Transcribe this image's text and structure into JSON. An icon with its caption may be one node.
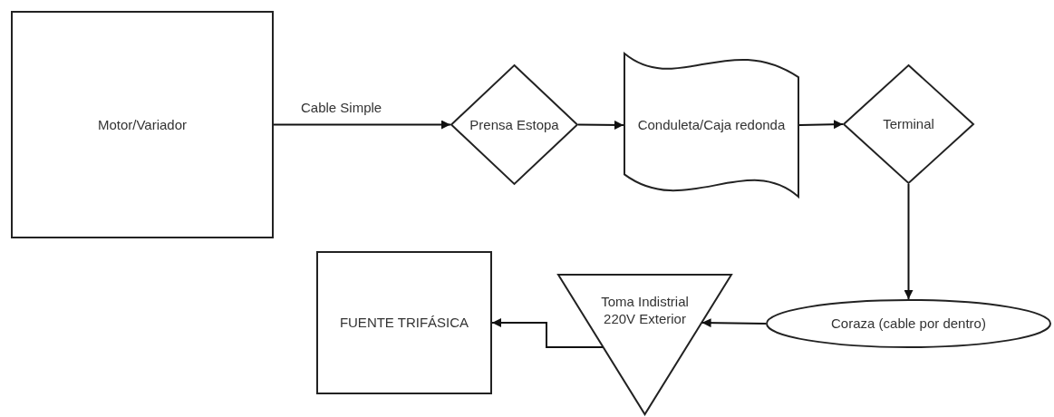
{
  "diagram": {
    "nodes": [
      {
        "text": [
          "Motor/Variador"
        ]
      },
      {
        "text": [
          "Prensa Estopa"
        ]
      },
      {
        "text": [
          "Conduleta/Caja redonda"
        ]
      },
      {
        "text": [
          "Terminal"
        ]
      },
      {
        "text": [
          "Coraza (cable por dentro)"
        ]
      },
      {
        "text": [
          "Toma Indistrial 220V Exterior"
        ]
      },
      {
        "text": [
          "FUENTE TRIFÁSICA"
        ]
      }
    ],
    "edges": [
      {
        "from": 0,
        "to": 1,
        "arrow": "to",
        "label": "Cable Simple"
      },
      {
        "from": 1,
        "to": 2,
        "arrow": "to"
      },
      {
        "from": 2,
        "to": 3,
        "arrow": "to"
      },
      {
        "from": 3,
        "to": 4,
        "arrow": "to"
      },
      {
        "from": 4,
        "to": 5,
        "arrow": "to"
      },
      {
        "from": 5,
        "to": 6,
        "arrow": "to"
      }
    ]
  }
}
